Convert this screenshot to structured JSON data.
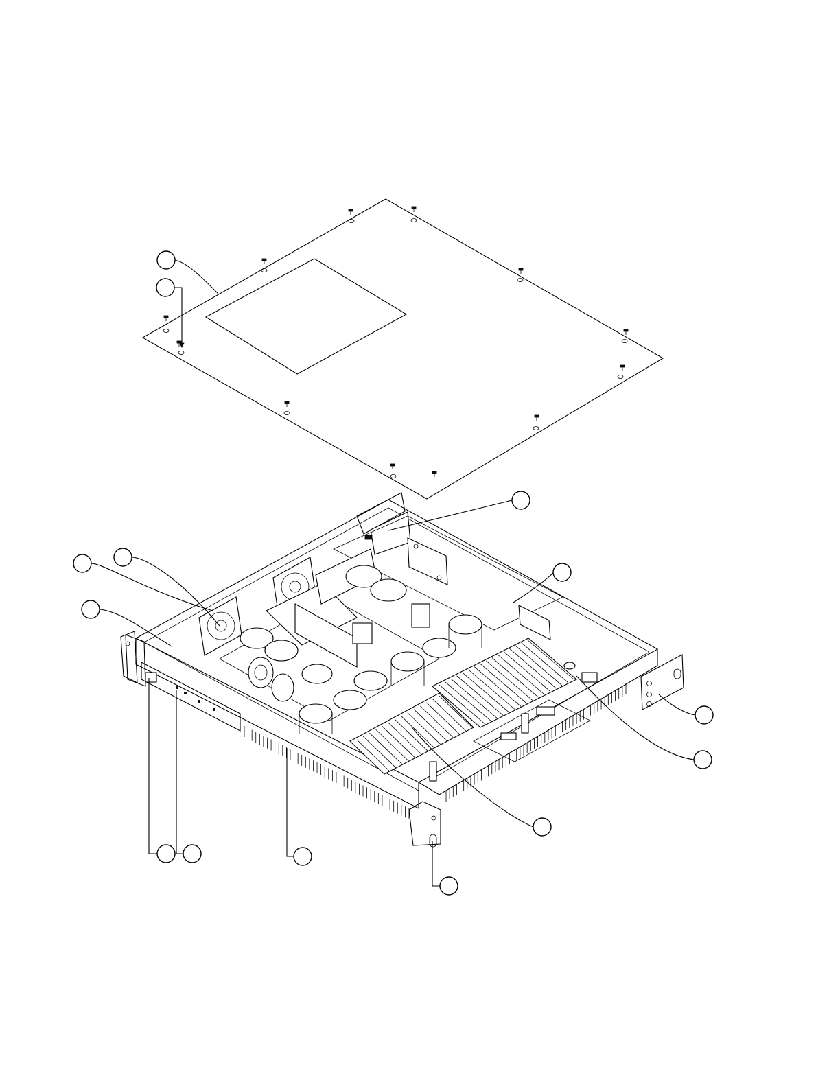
{
  "diagram": {
    "callouts": [
      {
        "id": "top-cover",
        "label": ""
      },
      {
        "id": "cover-screw",
        "label": ""
      },
      {
        "id": "power-inlet",
        "label": ""
      },
      {
        "id": "rear-input-board",
        "label": ""
      },
      {
        "id": "fan-left",
        "label": ""
      },
      {
        "id": "fan-right",
        "label": ""
      },
      {
        "id": "front-panel-bracket",
        "label": ""
      },
      {
        "id": "rack-ear-right",
        "label": ""
      },
      {
        "id": "control-board",
        "label": ""
      },
      {
        "id": "heatsink",
        "label": ""
      },
      {
        "id": "power-switch",
        "label": ""
      },
      {
        "id": "led-indicator",
        "label": ""
      },
      {
        "id": "front-panel-vent",
        "label": ""
      },
      {
        "id": "rack-handle-screw",
        "label": ""
      }
    ]
  }
}
